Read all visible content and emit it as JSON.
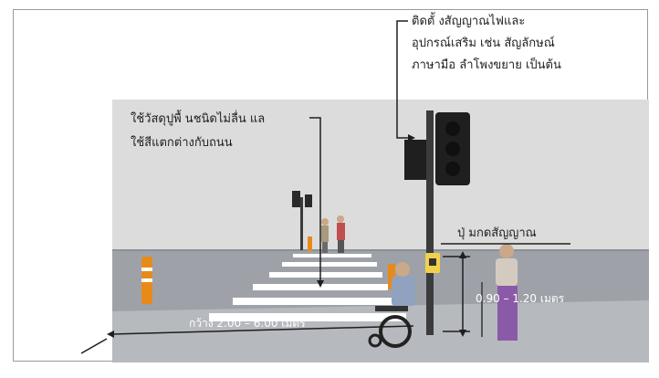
{
  "annotations": {
    "signal_install": [
      "ติดตั้ งสัญญาณไฟและ",
      "อุปกรณ์เสริม เช่น สัญลักษณ์",
      "ภาษามือ ลำโพงขยาย เป็นต้น"
    ],
    "crosswalk_material": [
      "ใช้วัสดุปูพื้ นชนิดไม่ลื่น แล",
      "ใช้สีแตกต่างกับถนน"
    ],
    "push_button": "ปุ่ มกดสัญญาณ",
    "button_height": "0.90 – 1.20 เมตร",
    "crosswalk_width": "กว้าง 2.00 – 6.00 เมตร"
  },
  "colors": {
    "sky": "#dcdcdc",
    "road": "#9ea2a8",
    "pole": "#3b3b3b",
    "bollard": "#e88a1a",
    "stripe": "#ffffff"
  }
}
